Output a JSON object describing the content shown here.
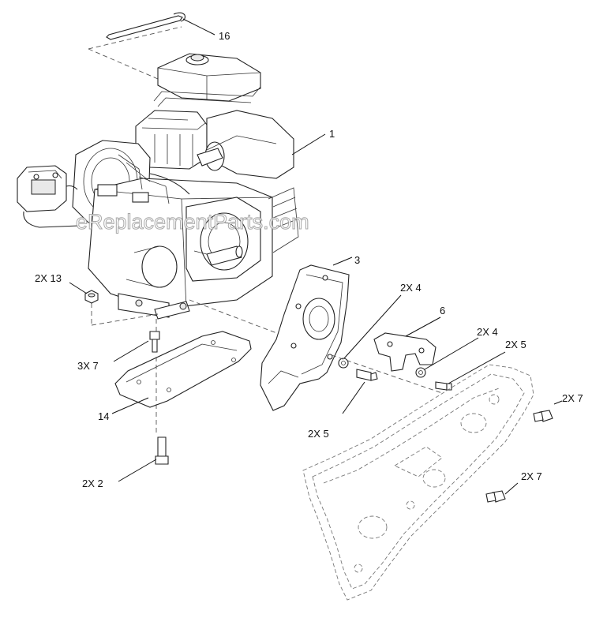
{
  "watermark": "eReplacementParts.com",
  "callouts": {
    "part_16": "16",
    "part_1": "1",
    "part_3": "3",
    "part_2x13": "2X 13",
    "part_2x4_a": "2X 4",
    "part_6": "6",
    "part_2x4_b": "2X 4",
    "part_2x5_a": "2X 5",
    "part_3x7": "3X 7",
    "part_14": "14",
    "part_2x5_b": "2X  5",
    "part_2x7_a": "2X 7",
    "part_2x2": "2X  2",
    "part_2x7_b": "2X  7"
  }
}
